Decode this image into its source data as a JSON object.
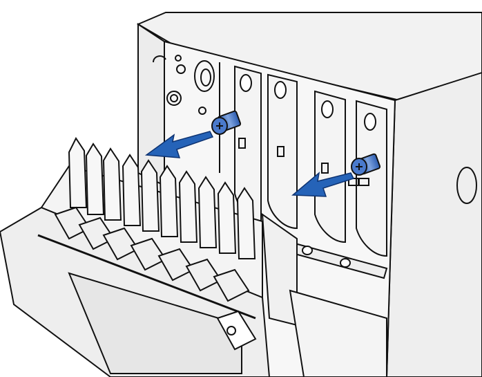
{
  "illustration": {
    "subject": "printer-duplex-unit-removal",
    "colors": {
      "background": "#ffffff",
      "body_fill": "#eeeeee",
      "panel_fill": "#f5f5f5",
      "line": "#111111",
      "arrow_blue": "#1f5db0",
      "screw_blue": "#3b6fc4",
      "screw_highlight": "#9fbbe8"
    },
    "arrows": [
      {
        "name": "left-screw-arrow",
        "direction": "up-left"
      },
      {
        "name": "right-screw-arrow",
        "direction": "left"
      }
    ],
    "screws": [
      {
        "name": "left-thumbscrew"
      },
      {
        "name": "right-thumbscrew"
      }
    ]
  }
}
